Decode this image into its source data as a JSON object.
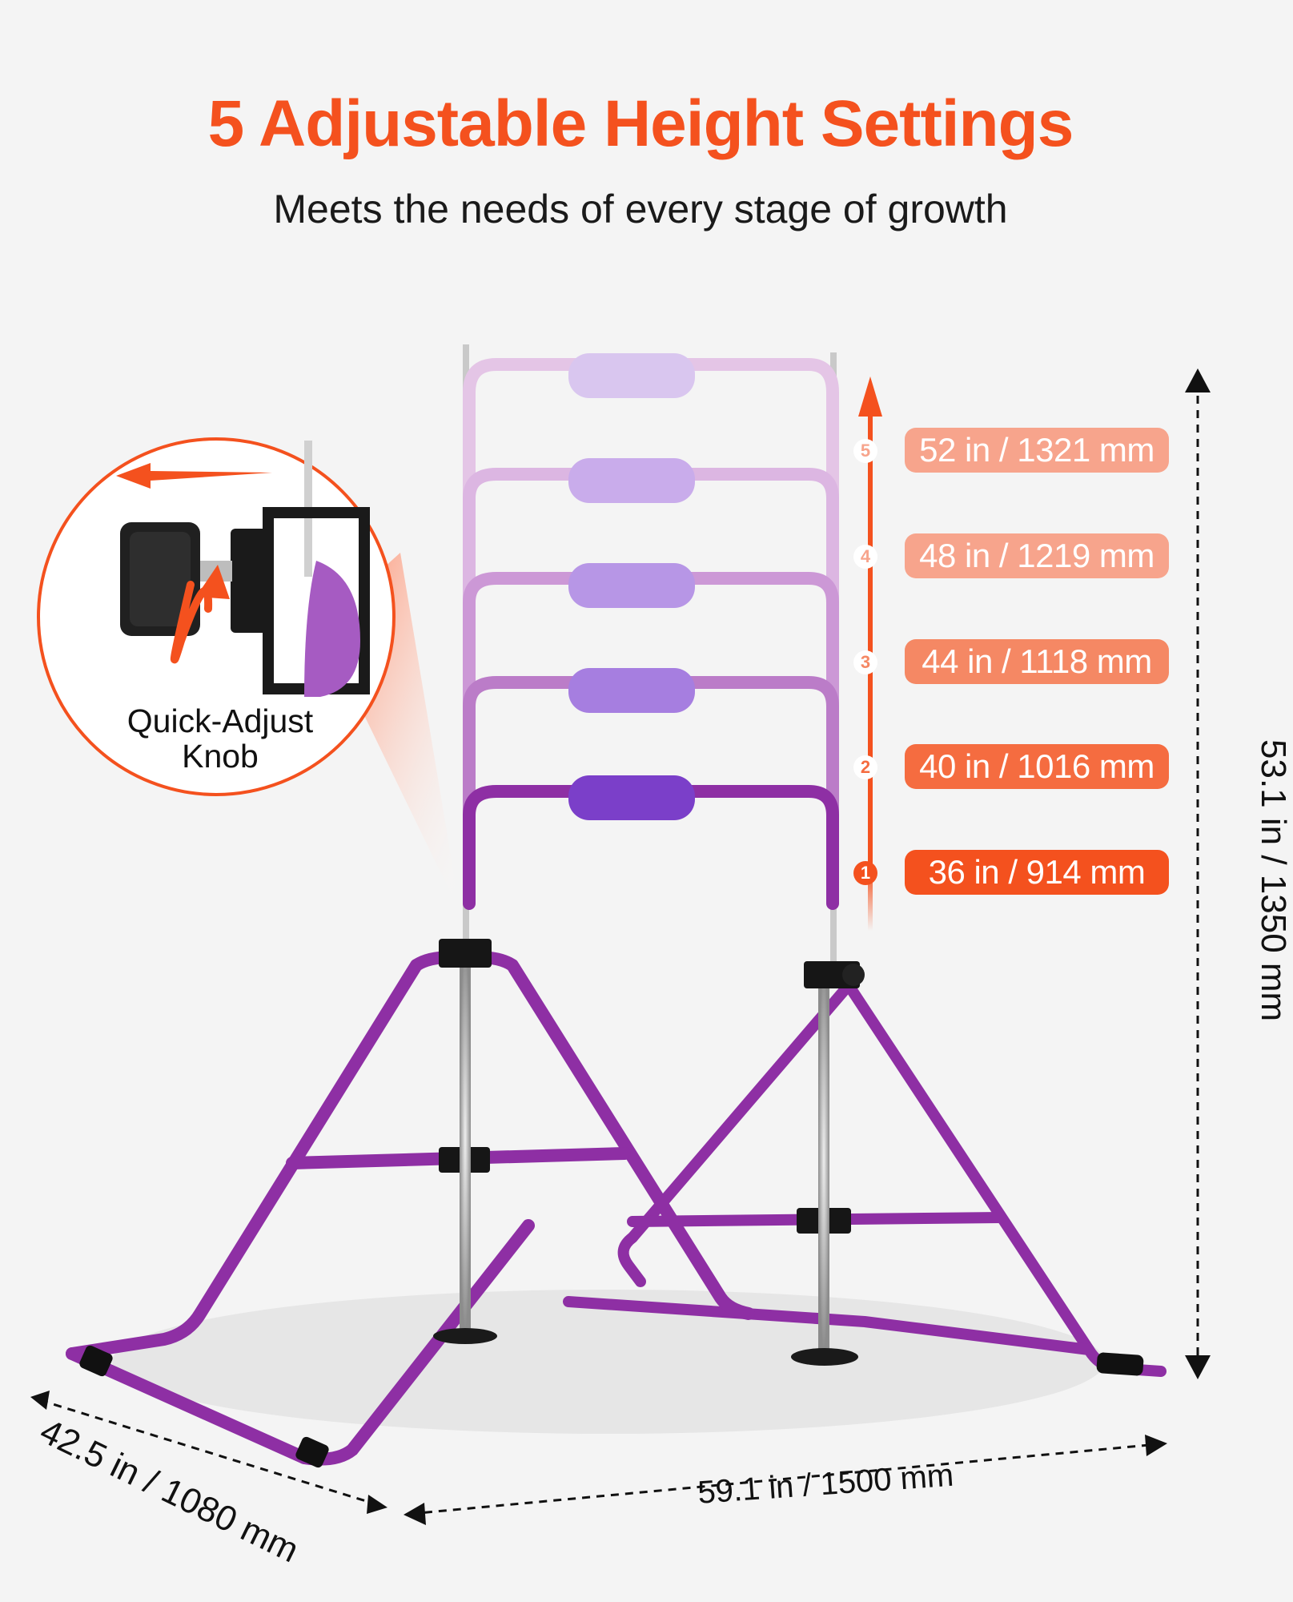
{
  "headline": {
    "title": "5 Adjustable Height Settings",
    "subtitle": "Meets the needs of every stage of growth"
  },
  "height_settings": [
    {
      "step": "5",
      "label": "52 in / 1321 mm"
    },
    {
      "step": "4",
      "label": "48 in / 1219 mm"
    },
    {
      "step": "3",
      "label": "44 in / 1118 mm"
    },
    {
      "step": "2",
      "label": "40 in / 1016 mm"
    },
    {
      "step": "1",
      "label": "36 in / 914 mm"
    }
  ],
  "callout": {
    "label_line1": "Quick-Adjust",
    "label_line2": "Knob"
  },
  "dimensions": {
    "height": "53.1 in / 1350 mm",
    "width": "59.1 in / 1500 mm",
    "depth": "42.5 in / 1080 mm"
  },
  "colors": {
    "accent": "#f4511e",
    "frame": "#8e2fa4",
    "pad": "#7b3fc9",
    "badge_faded": "#f7a48c"
  }
}
